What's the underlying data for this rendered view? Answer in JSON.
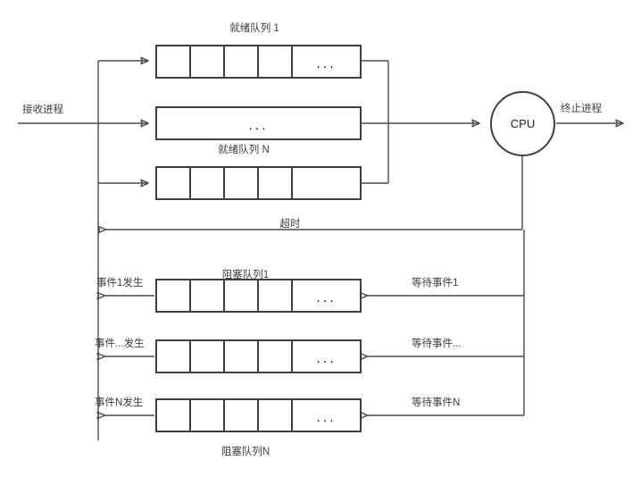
{
  "diagram": {
    "title_receive": "接收进程",
    "title_terminate": "终止进程",
    "cpu_label": "CPU",
    "timeout_label": "超时",
    "ellipsis": "...",
    "colors": {
      "stroke": "#4a4a4a",
      "box_border": "#3f3f3f",
      "text": "#3d3d3d",
      "background": "#ffffff"
    }
  },
  "ready_queues": [
    {
      "id": "ready-queue-1",
      "label": "就绪队列 1",
      "label_position": "above",
      "cells": 5,
      "has_ellipsis": true,
      "ellipsis": "..."
    },
    {
      "id": "ready-queue-mid",
      "label": "就绪队列 N",
      "label_position": "below",
      "cells": 1,
      "has_ellipsis": true,
      "ellipsis": "..."
    },
    {
      "id": "ready-queue-n",
      "label": "",
      "label_position": "none",
      "cells": 5,
      "has_ellipsis": false,
      "ellipsis": ""
    }
  ],
  "blocked_queues": [
    {
      "id": "blocked-queue-1",
      "label": "阻塞队列1",
      "label_position": "above",
      "left_label": "事件1发生",
      "right_label": "等待事件1",
      "cells": 5,
      "has_ellipsis": true,
      "ellipsis": "..."
    },
    {
      "id": "blocked-queue-mid",
      "label": "",
      "label_position": "none",
      "left_label": "事件...发生",
      "right_label": "等待事件...",
      "cells": 5,
      "has_ellipsis": true,
      "ellipsis": "..."
    },
    {
      "id": "blocked-queue-n",
      "label": "阻塞队列N",
      "label_position": "below",
      "left_label": "事件N发生",
      "right_label": "等待事件N",
      "cells": 5,
      "has_ellipsis": true,
      "ellipsis": "..."
    }
  ]
}
